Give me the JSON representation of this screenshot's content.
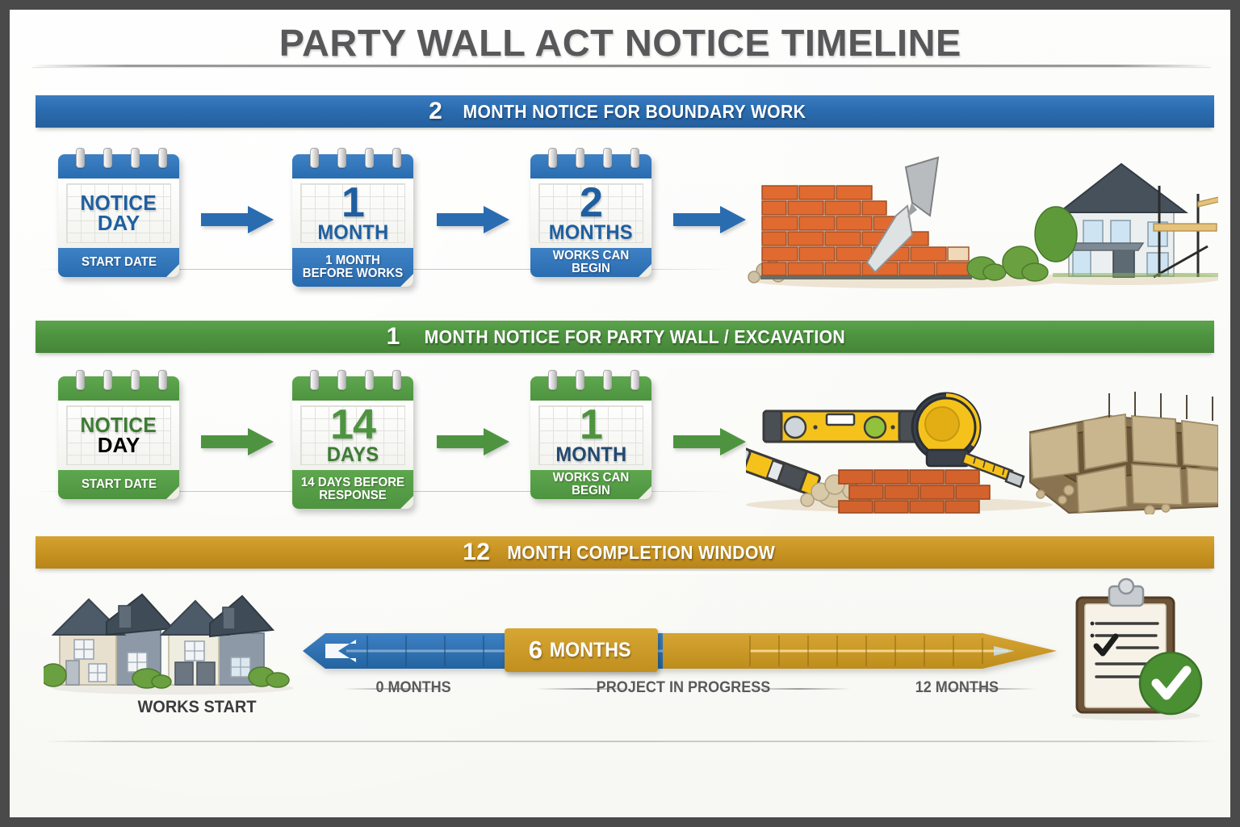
{
  "poster": {
    "title": "PARTY WALL ACT NOTICE TIMELINE"
  },
  "sections": [
    {
      "id": "boundary",
      "banner_number": "2",
      "banner_text": "MONTH NOTICE FOR BOUNDARY WORK",
      "color": "#2a6cb0",
      "steps": [
        {
          "num": "",
          "word": "NOTICE",
          "word2": "DAY",
          "foot": "START DATE"
        },
        {
          "num": "1",
          "word": "MONTH",
          "word2": "",
          "foot": "1 MONTH BEFORE WORKS"
        },
        {
          "num": "2",
          "word": "MONTHS",
          "word2": "",
          "foot": "WORKS CAN BEGIN"
        }
      ],
      "illustrations": [
        "brick-wall-icon",
        "trowel-icon",
        "house-scaffolding-icon"
      ]
    },
    {
      "id": "party-wall",
      "banner_number": "1",
      "banner_text": "MONTH NOTICE FOR PARTY WALL / EXCAVATION",
      "color": "#4e9440",
      "steps": [
        {
          "num": "",
          "word": "NOTICE",
          "word2": "DAY",
          "foot": "START DATE"
        },
        {
          "num": "14",
          "word": "DAYS",
          "word2": "",
          "foot": "14 DAYS BEFORE RESPONSE"
        },
        {
          "num": "1",
          "word": "MONTH",
          "word2": "",
          "foot": "WORKS CAN BEGIN"
        }
      ],
      "illustrations": [
        "spirit-level-icon",
        "tape-measure-icon",
        "brick-stack-icon",
        "excavation-trench-icon"
      ]
    },
    {
      "id": "completion",
      "banner_number": "12",
      "banner_text": "MONTH COMPLETION WINDOW",
      "color": "#c99422"
    }
  ],
  "timeline": {
    "start_label": "0 MONTHS",
    "middle_label": "PROJECT IN PROGRESS",
    "end_label": "12 MONTHS",
    "badge_number": "6",
    "badge_text": "MONTHS",
    "works_start_label": "WORKS START",
    "left_segment_color": "#2a6cb0",
    "right_segment_color": "#c99422",
    "left_ticks": 9,
    "right_ticks": 10,
    "houses_icon": "semi-detached-houses-icon",
    "completion_icon": "clipboard-checklist-icon",
    "approved_icon": "green-check-circle-icon"
  }
}
